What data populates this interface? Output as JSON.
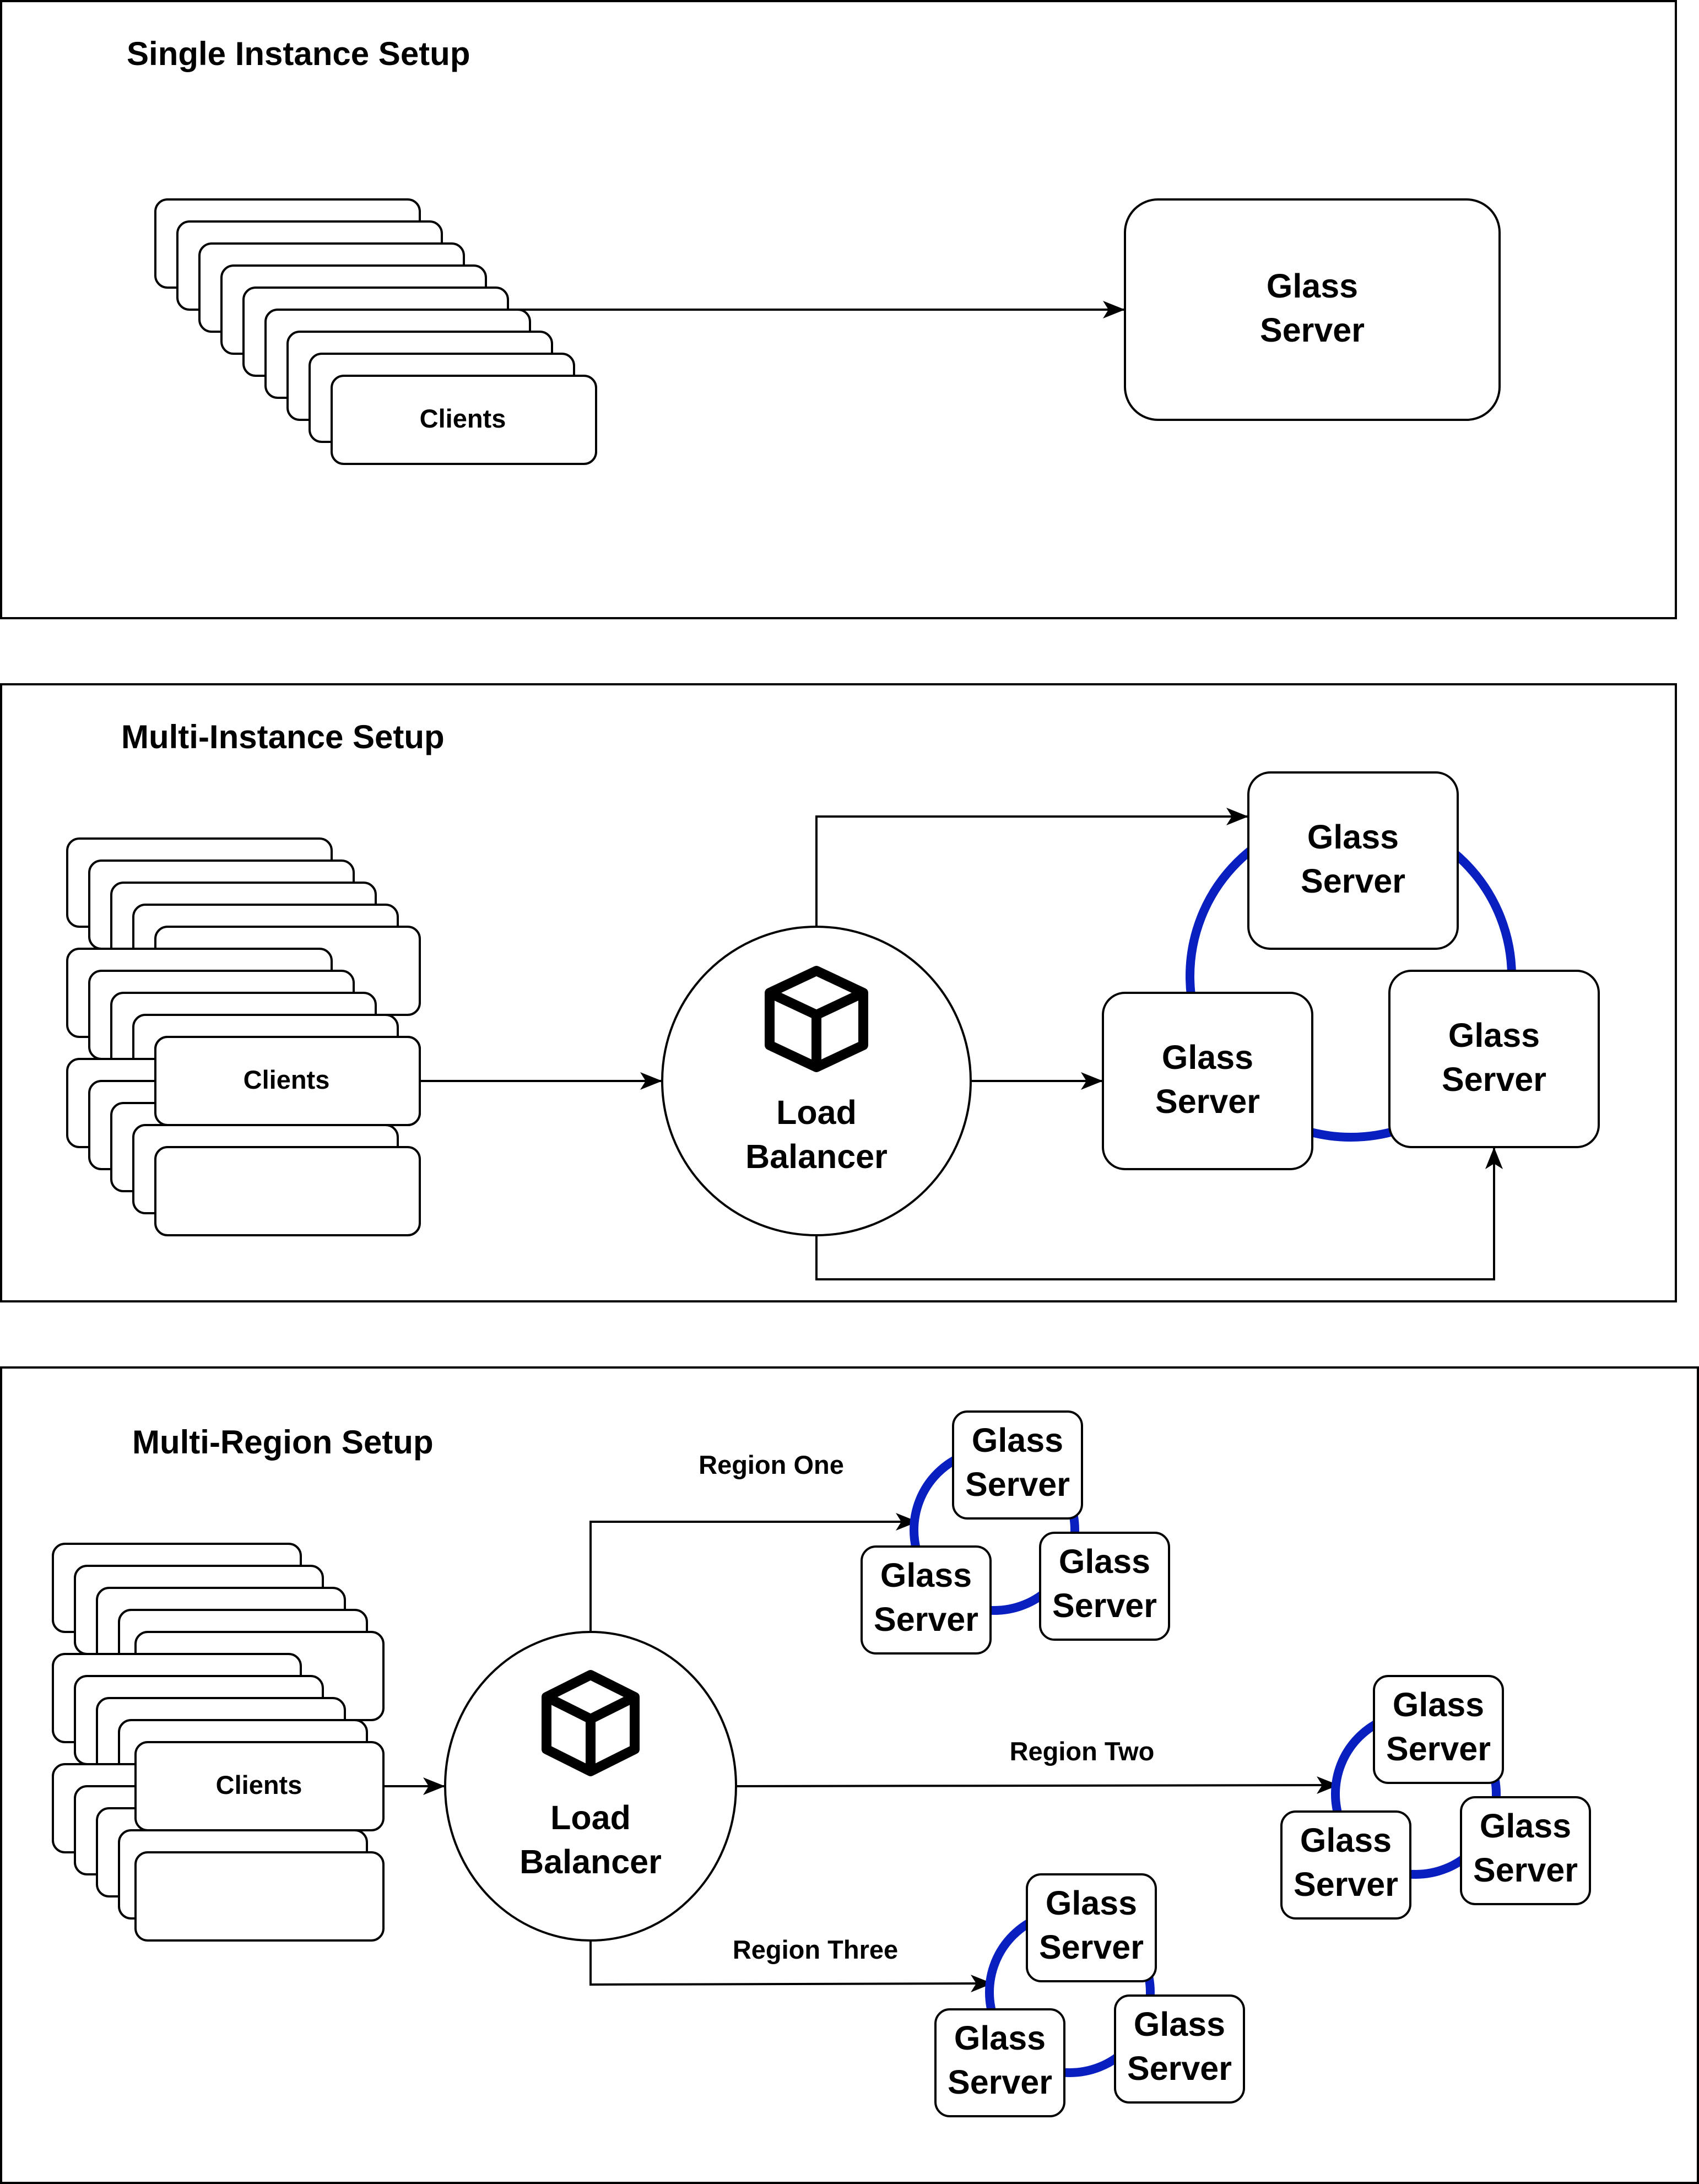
{
  "colors": {
    "ring": "#0a1fbf",
    "stroke": "#000000",
    "background": "#ffffff"
  },
  "icons": {
    "load_balancer": "cube-icon"
  },
  "panels": {
    "single": {
      "title": "Single Instance Setup",
      "clients_label": "Clients",
      "server_line1": "Glass",
      "server_line2": "Server"
    },
    "multi_instance": {
      "title": "Multi-Instance Setup",
      "clients_label": "Clients",
      "load_balancer_line1": "Load",
      "load_balancer_line2": "Balancer",
      "server_line1": "Glass",
      "server_line2": "Server"
    },
    "multi_region": {
      "title": "Multi-Region Setup",
      "clients_label": "Clients",
      "load_balancer_line1": "Load",
      "load_balancer_line2": "Balancer",
      "server_line1": "Glass",
      "server_line2": "Server",
      "regions": [
        "Region One",
        "Region Two",
        "Region Three"
      ]
    }
  }
}
